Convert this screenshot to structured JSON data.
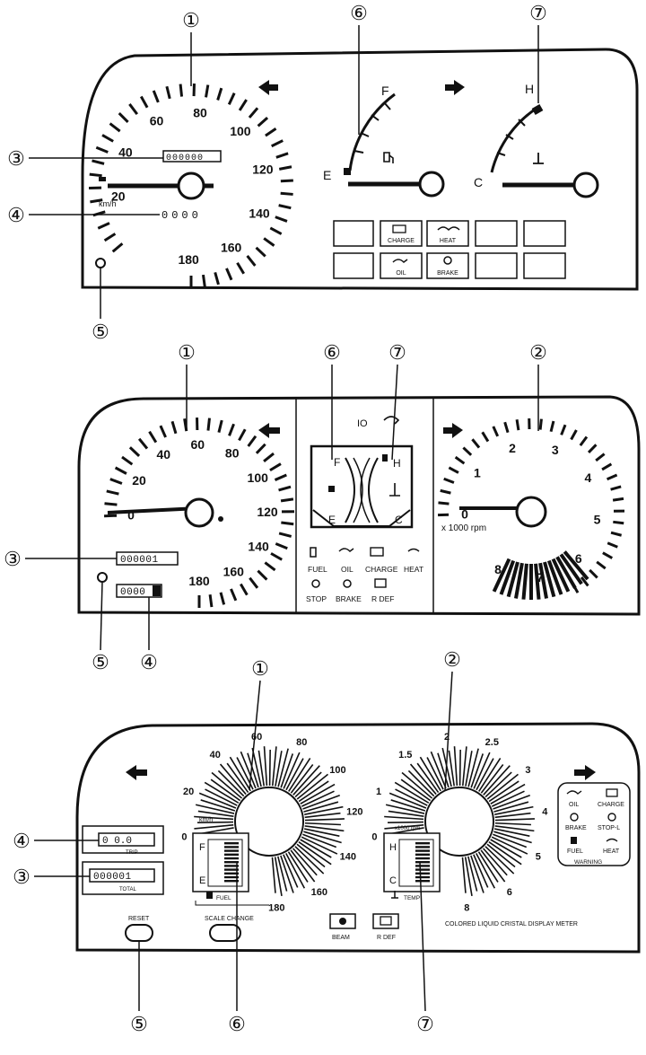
{
  "callouts": {
    "c1": "①",
    "c2": "②",
    "c3": "③",
    "c4": "④",
    "c5": "⑤",
    "c6": "⑥",
    "c7": "⑦"
  },
  "panel1": {
    "speed_labels": [
      "20",
      "40",
      "60",
      "80",
      "100",
      "120",
      "140",
      "160",
      "180"
    ],
    "unit": "km/h",
    "odometer": "000000",
    "trip": "0000",
    "fuel_full": "F",
    "fuel_empty": "E",
    "temp_hot": "H",
    "temp_cold": "C",
    "warnings": {
      "charge": "CHARGE",
      "heat": "HEAT",
      "oil": "OIL",
      "brake": "BRAKE"
    }
  },
  "panel2": {
    "speed_labels": [
      "0",
      "20",
      "40",
      "60",
      "80",
      "100",
      "120",
      "140",
      "160",
      "180"
    ],
    "odometer": "000001",
    "trip": "0000",
    "tach_labels": [
      "0",
      "1",
      "2",
      "3",
      "4",
      "5",
      "6",
      "7",
      "8"
    ],
    "tach_unit": "x 1000 rpm",
    "fuel_full": "F",
    "fuel_empty": "E",
    "temp_hot": "H",
    "temp_cold": "C",
    "warnings": {
      "fuel": "FUEL",
      "oil": "OIL",
      "charge": "CHARGE",
      "heat": "HEAT",
      "stop": "STOP",
      "brake": "BRAKE",
      "rdef": "R DEF"
    },
    "top_indicator": "IO"
  },
  "panel3": {
    "speed_labels": [
      "0",
      "20",
      "40",
      "60",
      "80",
      "100",
      "120",
      "140",
      "160",
      "180"
    ],
    "speed_unit": "km/h",
    "tach_labels": [
      "0",
      "1",
      "1.5",
      "2",
      "2.5",
      "3",
      "4",
      "5",
      "6",
      "8"
    ],
    "tach_unit": "x1000 rpm",
    "trip_display": "0 0.0",
    "trip_label": "TRIP",
    "total_display": "000001",
    "total_label": "TOTAL",
    "reset": "RESET",
    "scale_change": "SCALE CHANGE",
    "fuel_label": "FUEL",
    "temp_label": "TEMP",
    "fuel_full": "F",
    "fuel_empty": "E",
    "temp_hot": "H",
    "temp_cold": "C",
    "beam": "BEAM",
    "rdef": "R DEF",
    "footer": "COLORED LIQUID CRISTAL DISPLAY METER",
    "warnings": {
      "oil": "OIL",
      "charge": "CHARGE",
      "brake": "BRAKE",
      "stop": "STOP-L",
      "fuel": "FUEL",
      "heat": "HEAT",
      "title": "WARNING"
    }
  }
}
